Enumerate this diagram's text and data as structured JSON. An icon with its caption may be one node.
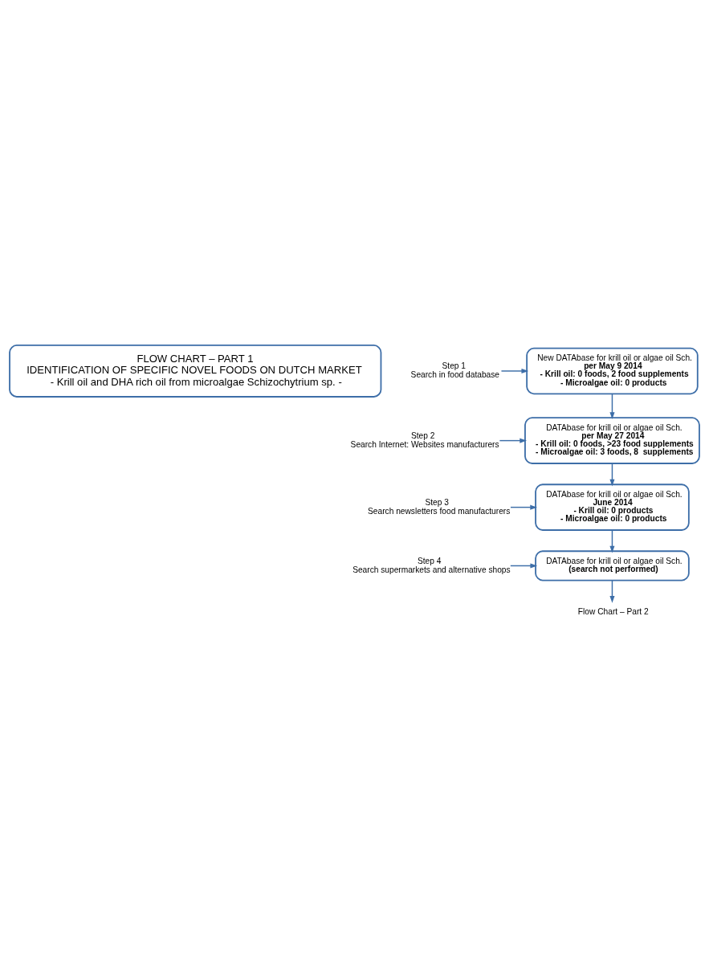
{
  "diagram": {
    "nodes": [
      {
        "text": [
          "FLOW CHART – PART 1",
          "IDENTIFICATION OF SPECIFIC NOVEL FOODS ON DUTCH MARKET",
          "- Krill oil and DHA rich oil from microalgae Schizochytrium sp. -"
        ]
      },
      {
        "text": [
          "Step 1",
          "Search in food database"
        ]
      },
      {
        "text": [
          "New DATAbase for krill oil or algae oil Sch.",
          "per May 9 2014",
          "- Krill oil: 0 foods, 2 food supplements",
          "- Microalgae oil: 0 products"
        ]
      },
      {
        "text": [
          "Step 2",
          "Search Internet: Websites manufacturers"
        ]
      },
      {
        "text": [
          "DATAbase for krill oil or algae oil Sch.",
          "per May 27 2014",
          "- Krill oil: 0 foods, >23 food supplements",
          "- Microalgae oil: 3 foods, 8  supplements"
        ]
      },
      {
        "text": [
          "Step 3",
          "Search newsletters food manufacturers"
        ]
      },
      {
        "text": [
          "DATAbase for krill oil or algae oil Sch.",
          "June 2014",
          "- Krill oil: 0 products",
          "- Microalgae oil: 0 products"
        ]
      },
      {
        "text": [
          "Step 4",
          "Search supermarkets and alternative shops"
        ]
      },
      {
        "text": [
          "DATAbase for krill oil or algae oil Sch.",
          "(search not performed)"
        ]
      },
      {
        "text": [
          "Flow Chart – Part 2"
        ]
      }
    ],
    "edges": [
      {
        "from": 1,
        "to": 2,
        "arrow": "to"
      },
      {
        "from": 2,
        "to": 4,
        "arrow": "to"
      },
      {
        "from": 3,
        "to": 4,
        "arrow": "to"
      },
      {
        "from": 4,
        "to": 6,
        "arrow": "to"
      },
      {
        "from": 5,
        "to": 6,
        "arrow": "to"
      },
      {
        "from": 6,
        "to": 8,
        "arrow": "to"
      },
      {
        "from": 7,
        "to": 8,
        "arrow": "to"
      },
      {
        "from": 8,
        "to": 9,
        "arrow": "to"
      }
    ]
  }
}
